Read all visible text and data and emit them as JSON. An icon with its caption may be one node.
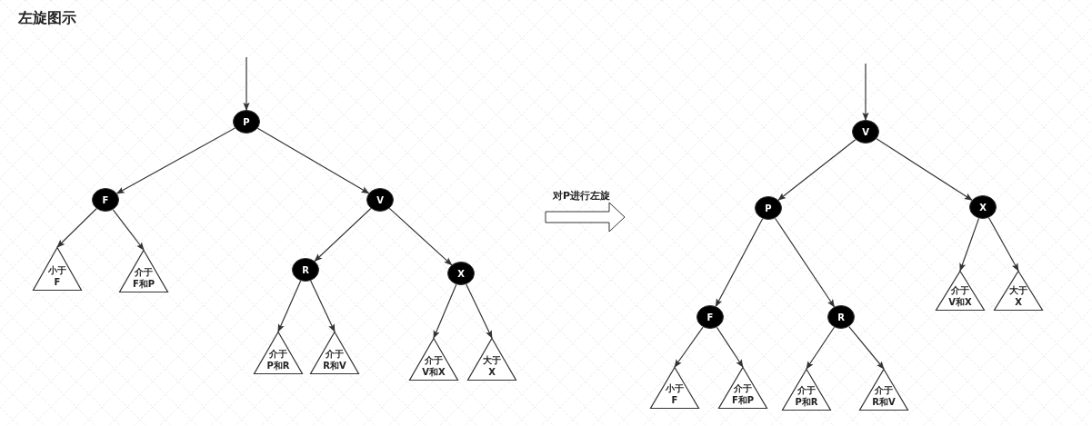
{
  "diagram": {
    "title": "左旋图示",
    "nodes": [
      {
        "text": [
          "P"
        ]
      },
      {
        "text": [
          "F"
        ]
      },
      {
        "text": [
          "V"
        ]
      },
      {
        "text": [
          "小于 F"
        ]
      },
      {
        "text": [
          "介于 F和P"
        ]
      },
      {
        "text": [
          "R"
        ]
      },
      {
        "text": [
          "X"
        ]
      },
      {
        "text": [
          "介于 P和R"
        ]
      },
      {
        "text": [
          "介于 R和V"
        ]
      },
      {
        "text": [
          "介于 V和X"
        ]
      },
      {
        "text": [
          "大于 X"
        ]
      },
      {
        "text": [
          "V"
        ]
      },
      {
        "text": [
          "P"
        ]
      },
      {
        "text": [
          "X"
        ]
      },
      {
        "text": [
          "F"
        ]
      },
      {
        "text": [
          "R"
        ]
      },
      {
        "text": [
          "介于 V和X"
        ]
      },
      {
        "text": [
          "大于 X"
        ]
      },
      {
        "text": [
          "小于 F"
        ]
      },
      {
        "text": [
          "介于 F和P"
        ]
      },
      {
        "text": [
          "介于 P和R"
        ]
      },
      {
        "text": [
          "介于 R和V"
        ]
      }
    ],
    "edges": [
      {
        "from": null,
        "to": 0,
        "arrow": "to"
      },
      {
        "from": 0,
        "to": 1,
        "arrow": "to"
      },
      {
        "from": 0,
        "to": 2,
        "arrow": "to"
      },
      {
        "from": 1,
        "to": 3,
        "arrow": "to"
      },
      {
        "from": 1,
        "to": 4,
        "arrow": "to"
      },
      {
        "from": 2,
        "to": 5,
        "arrow": "to"
      },
      {
        "from": 2,
        "to": 6,
        "arrow": "to"
      },
      {
        "from": 5,
        "to": 7,
        "arrow": "to"
      },
      {
        "from": 5,
        "to": 8,
        "arrow": "to"
      },
      {
        "from": 6,
        "to": 9,
        "arrow": "to"
      },
      {
        "from": 6,
        "to": 10,
        "arrow": "to"
      },
      {
        "from": null,
        "to": 11,
        "arrow": "to"
      },
      {
        "from": 11,
        "to": 12,
        "arrow": "to"
      },
      {
        "from": 11,
        "to": 13,
        "arrow": "to"
      },
      {
        "from": 13,
        "to": 16,
        "arrow": "to"
      },
      {
        "from": 13,
        "to": 17,
        "arrow": "to"
      },
      {
        "from": 12,
        "to": 14,
        "arrow": "to"
      },
      {
        "from": 12,
        "to": 15,
        "arrow": "to"
      },
      {
        "from": 14,
        "to": 18,
        "arrow": "to"
      },
      {
        "from": 14,
        "to": 19,
        "arrow": "to"
      },
      {
        "from": 15,
        "to": 20,
        "arrow": "to"
      },
      {
        "from": 15,
        "to": 21,
        "arrow": "to"
      }
    ],
    "labels": [
      "对P进行左旋"
    ]
  }
}
